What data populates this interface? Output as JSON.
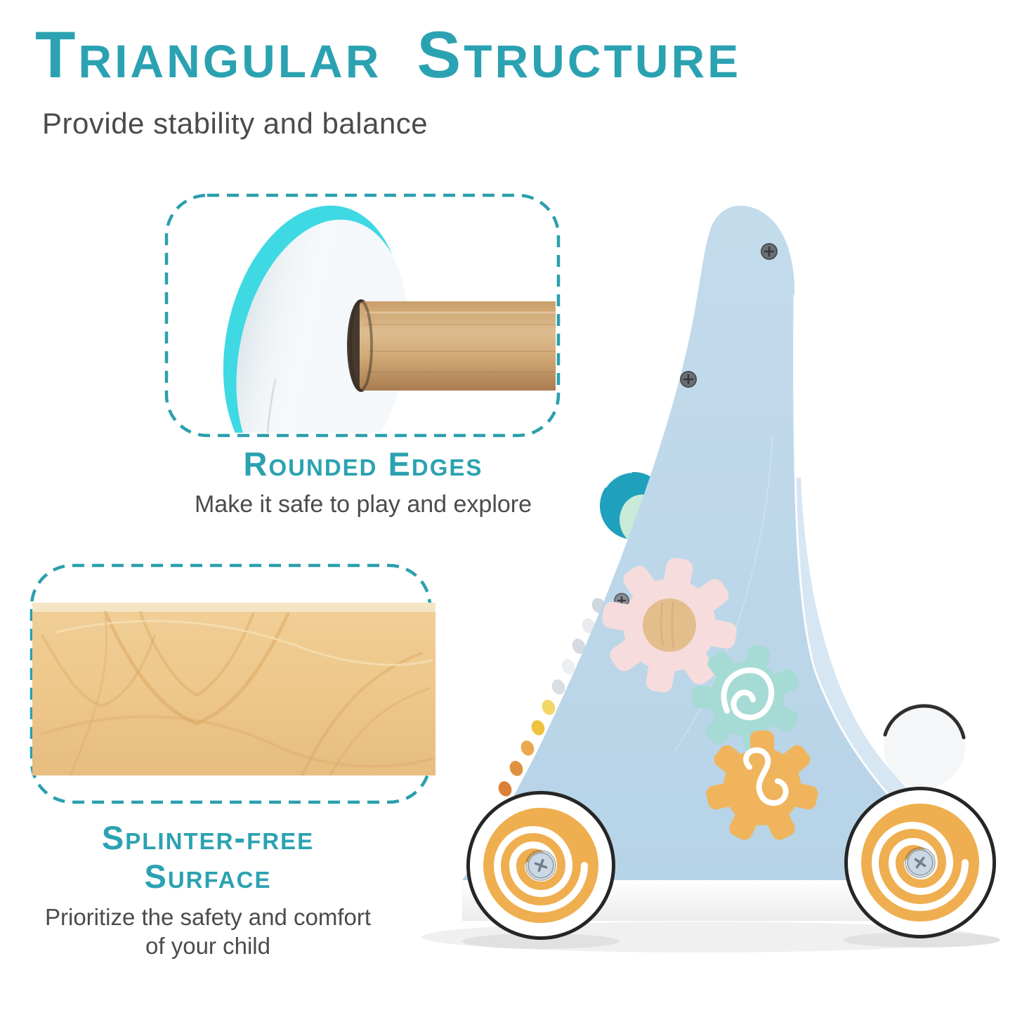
{
  "colors": {
    "teal_text": "#2BA2B1",
    "gray_text": "#4B4B4B",
    "dash_teal": "#2B9FAD",
    "panel_blue": "#BCD7E9",
    "panel_far": "#D6E6F2",
    "gear_pink": "#F6DCDC",
    "gear_pink_hub": "#E2BE8D",
    "gear_mint": "#A6DBD5",
    "gear_orange": "#F0B45C",
    "wheel_orange": "#EFAE4F",
    "wood_plank": "#EEC78B",
    "wood_grain": "#D9A25C",
    "dowel_wood": "#CDA274",
    "knob_teal": "#1FA0BC",
    "knob_mint": "#C8EAD8",
    "glow_cyan": "#3FD9E3"
  },
  "header": {
    "title": "Triangular Structure",
    "subtitle": "Provide stability and balance"
  },
  "callouts": [
    {
      "heading": "Rounded Edges",
      "caption": "Make it safe to play and explore"
    },
    {
      "heading_line1": "Splinter-free",
      "heading_line2": "Surface",
      "caption_line1": "Prioritize the safety and comfort",
      "caption_line2": "of your child"
    }
  ]
}
